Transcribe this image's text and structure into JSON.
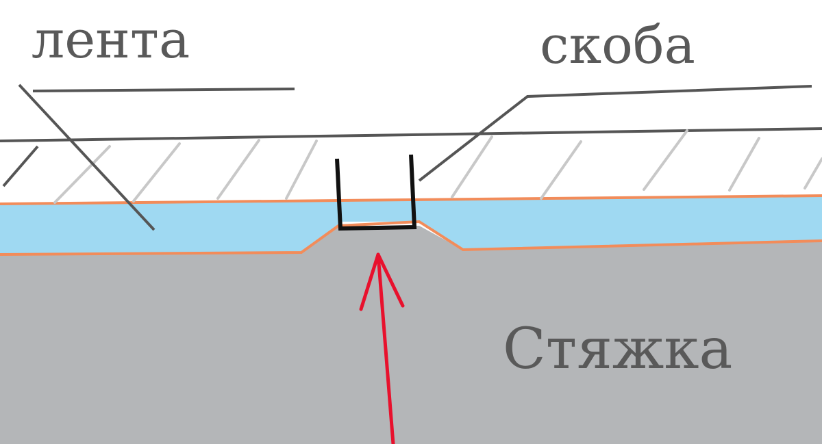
{
  "labels": {
    "tape": "лента",
    "staple": "скоба",
    "screed": "Стяжка"
  },
  "colors": {
    "background": "#ffffff",
    "screed": "#b4b6b8",
    "tape": "#9fd9f2",
    "tape_edge": "#f28c5a",
    "staple": "#111111",
    "leader_lines": "#555555",
    "hatch": "#c8c8c8",
    "arrow": "#e8112d",
    "label_text": "#595959"
  }
}
